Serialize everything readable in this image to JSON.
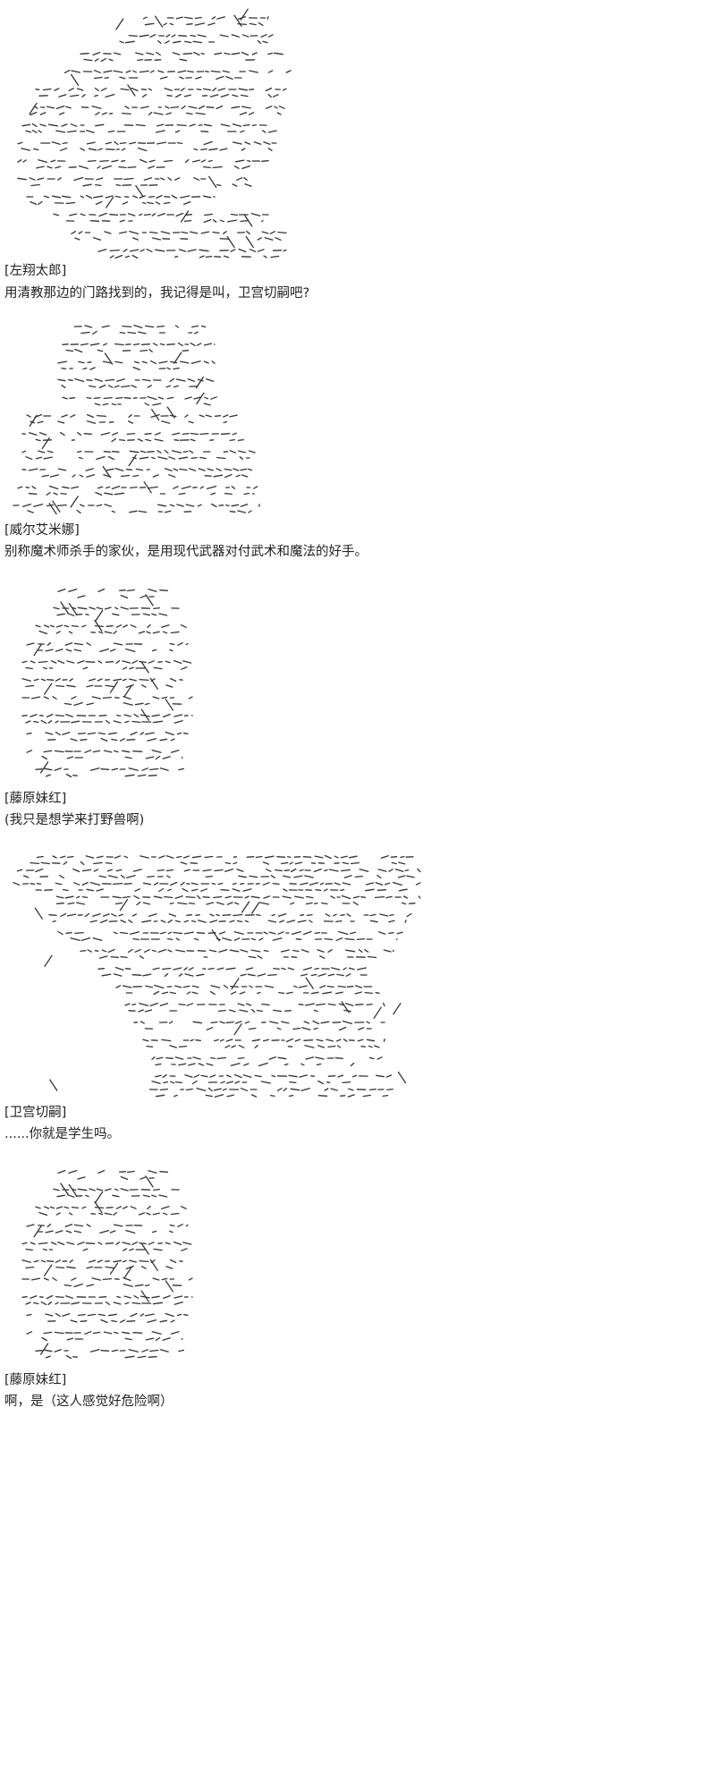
{
  "entries": [
    {
      "speaker": "[左翔太郎]",
      "text": "用清教那边的门路找到的，我记得是叫，卫宫切嗣吧?"
    },
    {
      "speaker": "[威尔艾米娜]",
      "text": "别称魔术师杀手的家伙，是用现代武器对付武术和魔法的好手。"
    },
    {
      "speaker": "[藤原妹红]",
      "text": "(我只是想学来打野兽啊)"
    },
    {
      "speaker": "[卫宫切嗣]",
      "text": "......你就是学生吗。"
    },
    {
      "speaker": "[藤原妹红]",
      "text": "啊，是（这人感觉好危险啊）"
    }
  ],
  "art": [
    {
      "seed": 11,
      "kind": "figure-hair"
    },
    {
      "seed": 23,
      "kind": "figure-bust"
    },
    {
      "seed": 37,
      "kind": "figure-small"
    },
    {
      "seed": 41,
      "kind": "figure-wide"
    },
    {
      "seed": 37,
      "kind": "figure-small"
    }
  ]
}
